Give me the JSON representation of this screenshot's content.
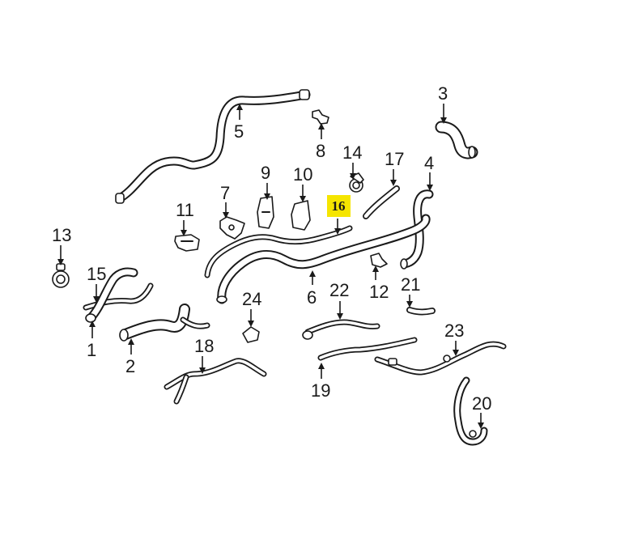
{
  "callouts": {
    "c1": "1",
    "c2": "2",
    "c3": "3",
    "c4": "4",
    "c5": "5",
    "c6": "6",
    "c7": "7",
    "c8": "8",
    "c9": "9",
    "c10": "10",
    "c11": "11",
    "c12": "12",
    "c13": "13",
    "c14": "14",
    "c15": "15",
    "c16": "16",
    "c17": "17",
    "c18": "18",
    "c19": "19",
    "c20": "20",
    "c21": "21",
    "c22": "22",
    "c23": "23",
    "c24": "24"
  },
  "highlight_color": "#f5e500"
}
